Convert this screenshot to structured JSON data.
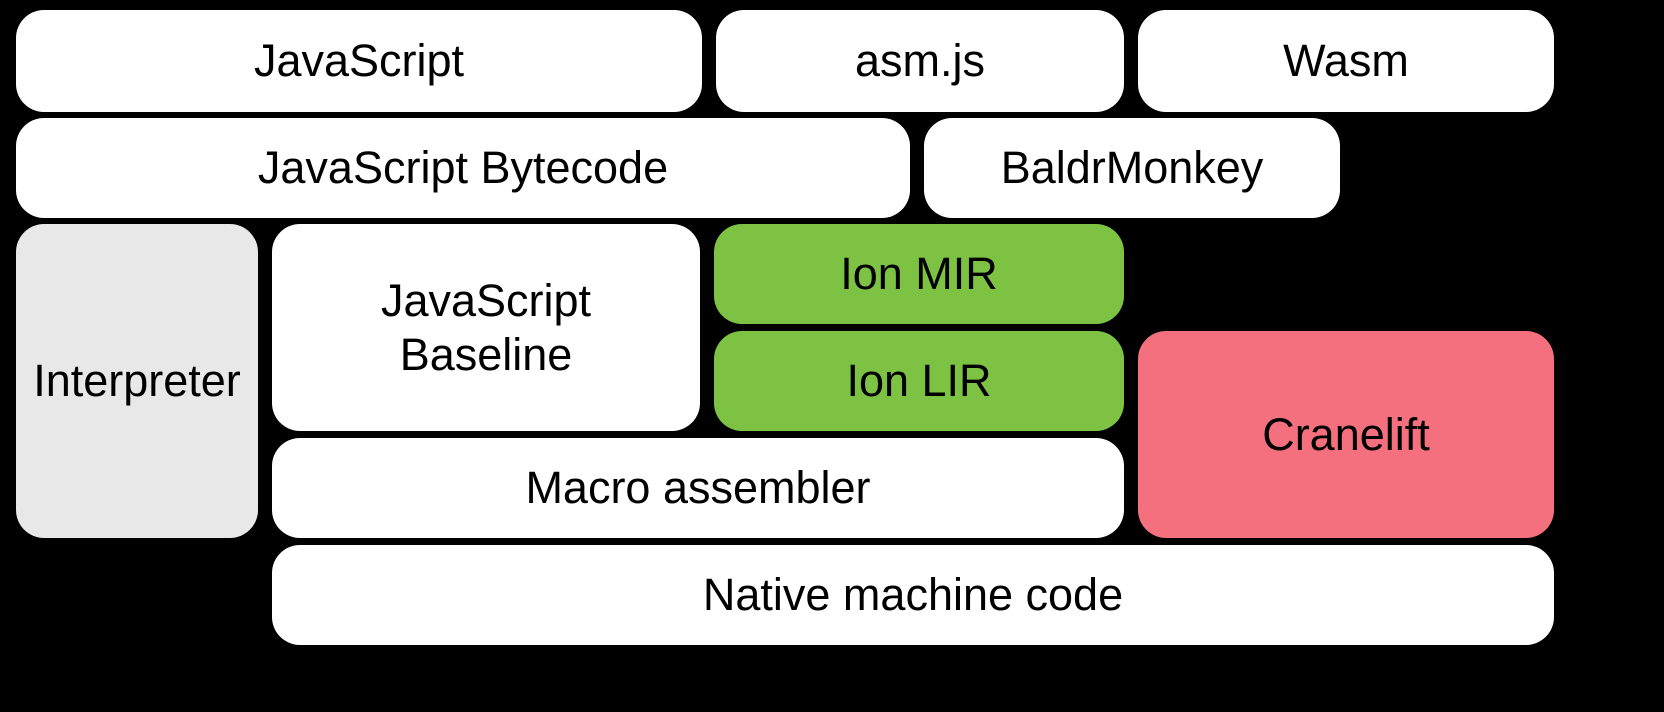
{
  "colors": {
    "background": "#000000",
    "box_default": "#ffffff",
    "box_interpreter": "#e8e8e8",
    "box_ion": "#7dc242",
    "box_cranelift": "#f4707e",
    "text": "#000000"
  },
  "boxes": {
    "javascript": {
      "label": "JavaScript"
    },
    "asmjs": {
      "label": "asm.js"
    },
    "wasm": {
      "label": "Wasm"
    },
    "js_bytecode": {
      "label": "JavaScript Bytecode"
    },
    "baldrmonkey": {
      "label": "BaldrMonkey"
    },
    "interpreter": {
      "label": "Interpreter"
    },
    "js_baseline": {
      "label": "JavaScript\nBaseline"
    },
    "ion_mir": {
      "label": "Ion MIR"
    },
    "ion_lir": {
      "label": "Ion LIR"
    },
    "cranelift": {
      "label": "Cranelift"
    },
    "macro_assembler": {
      "label": "Macro assembler"
    },
    "native_machine_code": {
      "label": "Native machine code"
    }
  }
}
